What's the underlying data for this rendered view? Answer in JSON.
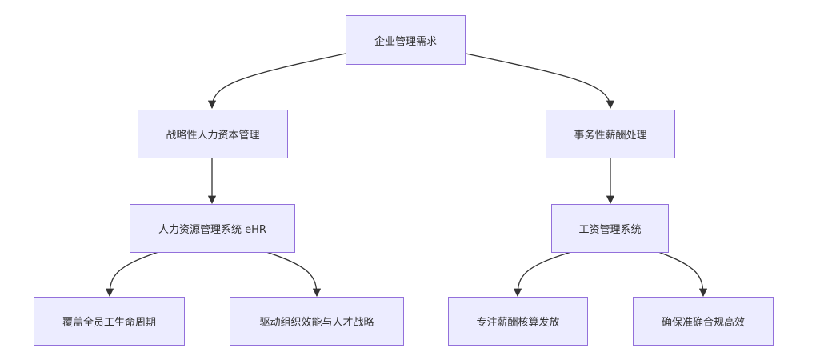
{
  "colors": {
    "node_fill": "#ECECFF",
    "node_border": "#9370DB",
    "edge": "#333333",
    "text": "#333333"
  },
  "nodes": {
    "root": "企业管理需求",
    "strategic": "战略性人力资本管理",
    "transactional": "事务性薪酬处理",
    "ehr": "人力资源管理系统 eHR",
    "payroll": "工资管理系统",
    "lifecycle": "覆盖全员工生命周期",
    "drive": "驱动组织效能与人才战略",
    "payroll_calc": "专注薪酬核算发放",
    "compliance": "确保准确合规高效"
  }
}
